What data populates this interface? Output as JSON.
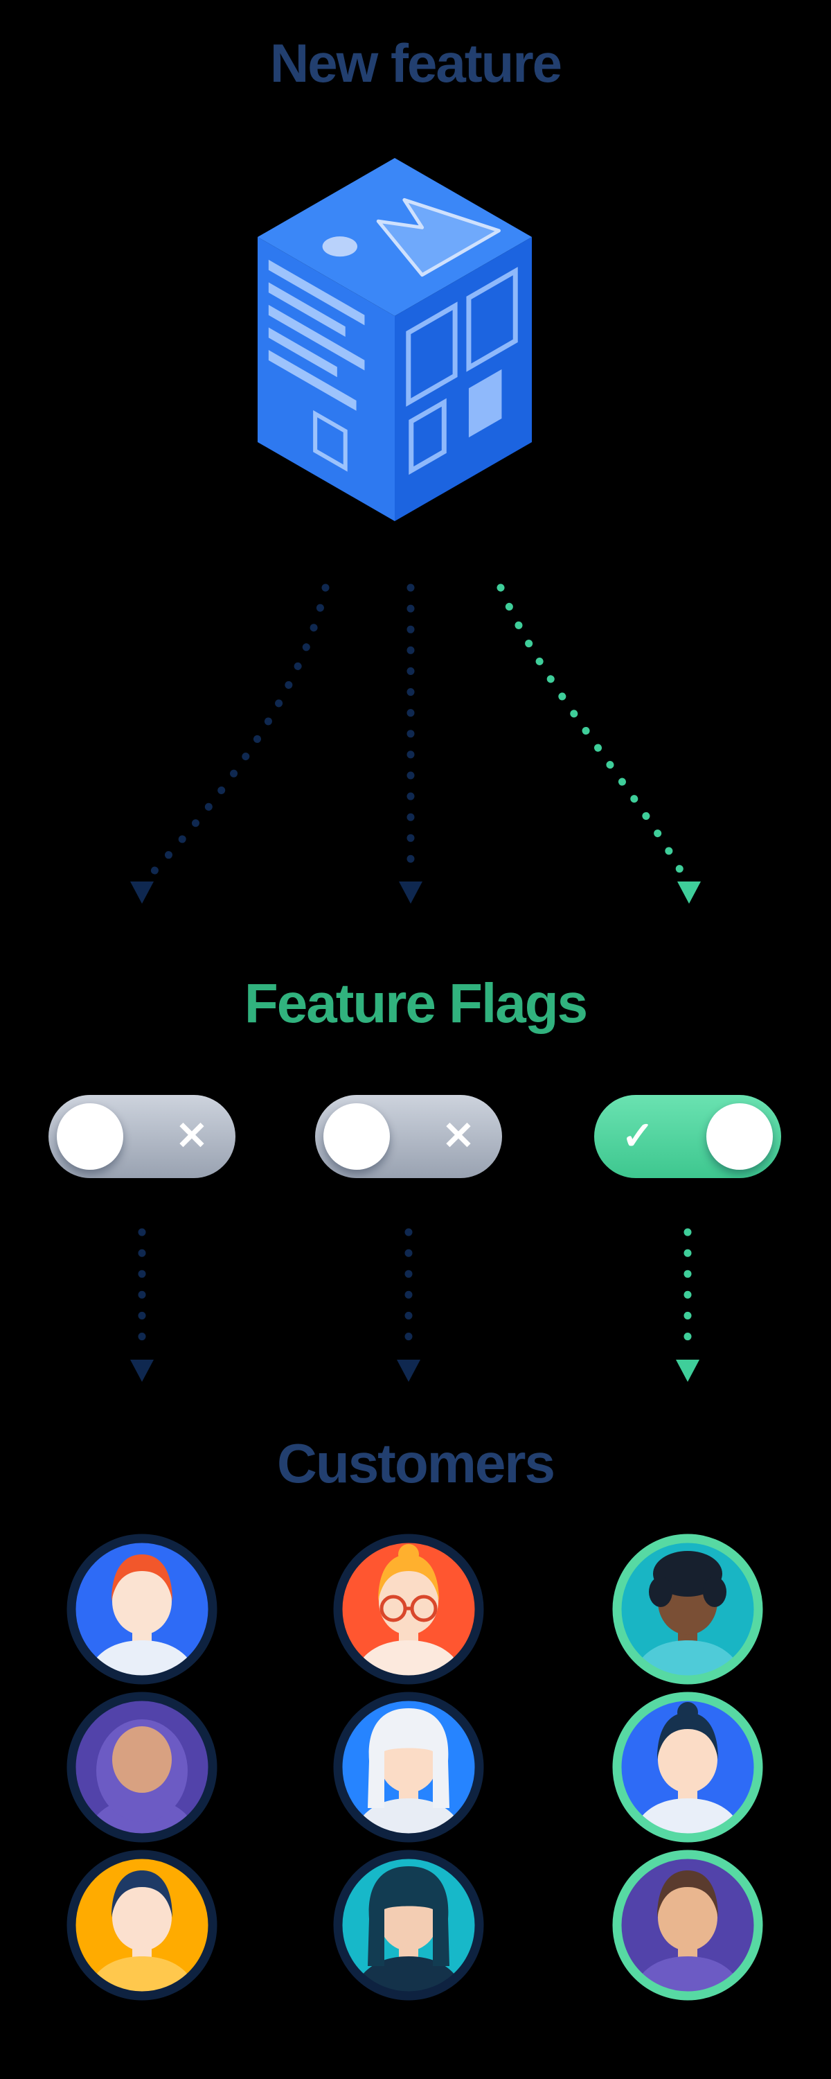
{
  "background": "#000000",
  "header": {
    "title": "New feature",
    "color": "#223F6F"
  },
  "icons": {
    "cube": "feature-cube-icon",
    "x_glyph": "✕",
    "check_glyph": "✓",
    "arrow": "dotted-arrow-icon"
  },
  "cube": {
    "top_face": "#3B87F7",
    "left_face": "#2E79F0",
    "right_face": "#1C64E0",
    "accent_light": "#9DC3FC",
    "mountain": "#6FA9FB"
  },
  "flow": {
    "arrow_navy": "#0F2850",
    "arrow_green": "#3FCE9A",
    "top_arrows": [
      {
        "target": "flag-1",
        "color": "#0F2850"
      },
      {
        "target": "flag-2",
        "color": "#0F2850"
      },
      {
        "target": "flag-3",
        "color": "#3FCE9A"
      }
    ],
    "bottom_arrows": [
      {
        "target": "customers-column-1",
        "color": "#0F2850"
      },
      {
        "target": "customers-column-2",
        "color": "#0F2850"
      },
      {
        "target": "customers-column-3",
        "color": "#3FCE9A"
      }
    ]
  },
  "feature_flags": {
    "title": "Feature Flags",
    "color": "#31B27E",
    "track_off": "#A8B0BD",
    "track_on": "#52D5A0",
    "knob_color": "#FFFFFF",
    "toggles": [
      {
        "id": "flag-1",
        "state": "off"
      },
      {
        "id": "flag-2",
        "state": "off"
      },
      {
        "id": "flag-3",
        "state": "on"
      }
    ]
  },
  "customers": {
    "title": "Customers",
    "color": "#223F6F",
    "columns": [
      {
        "highlight": false,
        "ring": "#0E2240",
        "avatars": [
          {
            "bg": "#2E6BF6",
            "skin": "#FBE3D2",
            "hair": "short",
            "hair_color": "#F2572B",
            "shirt": "#E9EFF9"
          },
          {
            "bg": "#5243AA",
            "skin": "#D8A181",
            "hair": "hood",
            "hair_color": "#6C5BC4",
            "shirt": "#6C5BC4"
          },
          {
            "bg": "#FFAB00",
            "skin": "#FBE0CE",
            "hair": "short",
            "hair_color": "#1E3A66",
            "shirt": "#FFC84D"
          }
        ]
      },
      {
        "highlight": false,
        "ring": "#0E2240",
        "avatars": [
          {
            "bg": "#FF5630",
            "skin": "#FBDCC6",
            "hair": "bun",
            "hair_color": "#FFB02E",
            "shirt": "#FCE9DD",
            "glasses": true,
            "glasses_color": "#D9472B"
          },
          {
            "bg": "#2684FF",
            "skin": "#FBDCC6",
            "hair": "long",
            "hair_color": "#EFF2F7",
            "shirt": "#E8EDF5"
          },
          {
            "bg": "#17B8C9",
            "skin": "#F3CDB3",
            "hair": "long",
            "hair_color": "#123C52",
            "shirt": "#14324A"
          }
        ]
      },
      {
        "highlight": true,
        "ring": "#57D9A3",
        "avatars": [
          {
            "bg": "#19B5C4",
            "skin": "#7A4F35",
            "hair": "curly",
            "hair_color": "#17202E",
            "shirt": "#4FCBD8"
          },
          {
            "bg": "#2E6BF6",
            "skin": "#FBDCC6",
            "hair": "bun",
            "hair_color": "#16324F",
            "shirt": "#E9EFF9"
          },
          {
            "bg": "#5243AA",
            "skin": "#E9B68F",
            "hair": "short",
            "hair_color": "#5A3B2E",
            "shirt": "#6C5BC4"
          }
        ]
      }
    ]
  }
}
